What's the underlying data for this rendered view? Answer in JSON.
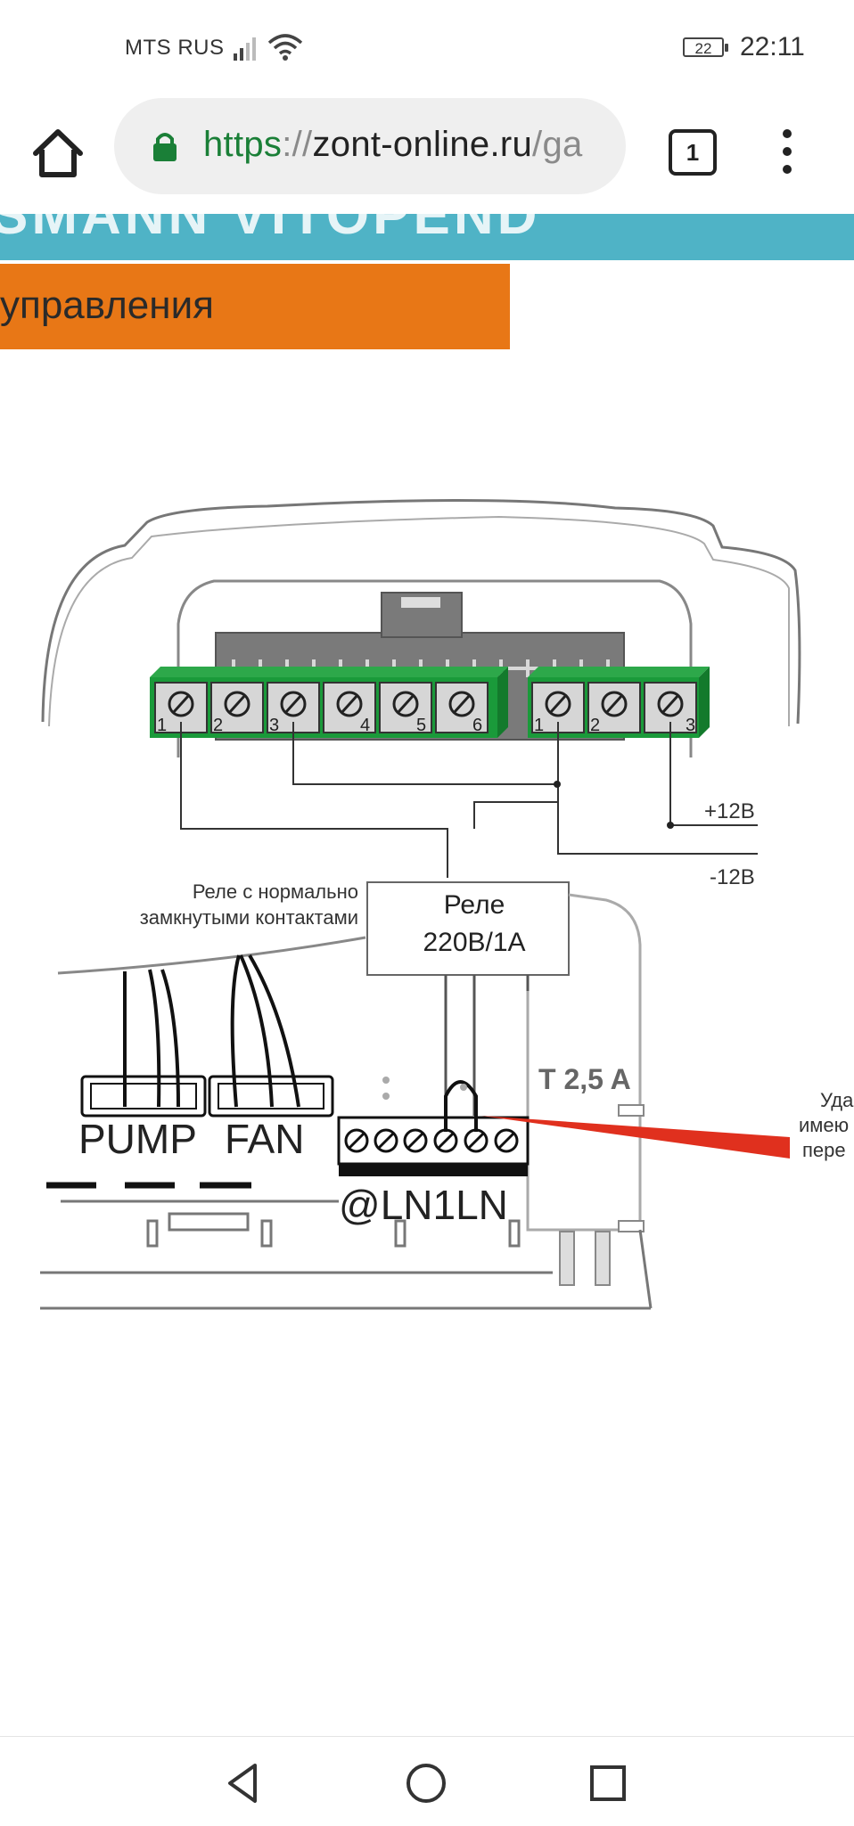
{
  "status_bar": {
    "carrier": "MTS RUS",
    "battery_level": "22",
    "time": "22:11"
  },
  "browser": {
    "url_scheme": "https",
    "url_separator": "://",
    "url_host": "zont-online.ru",
    "url_path_fragment": "/ga",
    "tab_count": "1"
  },
  "page": {
    "banner_title": "SMANN VITOPEND",
    "section_title": "управления",
    "colors": {
      "banner": "#4fb3c6",
      "section": "#e87716",
      "terminal": "#1a9a3a",
      "wire_red": "#e0301e"
    }
  },
  "diagram": {
    "terminal_block_a_numbers": [
      "1",
      "2",
      "3",
      "4",
      "5",
      "6"
    ],
    "terminal_block_b_numbers": [
      "1",
      "2",
      "3"
    ],
    "plus_12v": "+12В",
    "minus_12v": "-12В",
    "relay_label_line1": "Реле",
    "relay_label_line2": "220В/1А",
    "relay_note_line1": "Реле с нормально",
    "relay_note_line2": "замкнутыми контактами",
    "fuse_label": "T 2,5 A",
    "connector_pump": "PUMP",
    "connector_fan": "FAN",
    "terminal_strip_label": "@LN1LN",
    "side_note_line1": "Уда",
    "side_note_line2": "имею",
    "side_note_line3": "пере"
  }
}
